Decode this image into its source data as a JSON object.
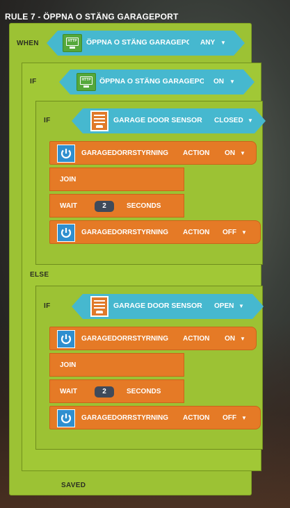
{
  "rule_title": "RULE 7 - ÖPPNA O STÄNG GARAGEPORT",
  "when": {
    "label": "WHEN",
    "trigger": {
      "icon": "http-icon",
      "name": "ÖPPNA O STÄNG GARAGEPORT",
      "value": "ANY"
    }
  },
  "outer_if": {
    "label": "IF",
    "condition": {
      "icon": "http-icon",
      "name": "ÖPPNA O STÄNG GARAGEPORT",
      "value": "ON"
    },
    "inner_if": {
      "label": "IF",
      "condition": {
        "icon": "garage-door-icon",
        "name": "GARAGE DOOR SENSOR",
        "value": "CLOSED"
      },
      "actions": [
        {
          "type": "device",
          "name": "GARAGEDÖRRSTYRNING",
          "action_label": "ACTION",
          "value": "ON"
        },
        {
          "type": "join",
          "label": "JOIN"
        },
        {
          "type": "wait",
          "label": "WAIT",
          "amount": "2",
          "unit": "SECONDS"
        },
        {
          "type": "device",
          "name": "GARAGEDÖRRSTYRNING",
          "action_label": "ACTION",
          "value": "OFF"
        }
      ]
    },
    "else_label": "ELSE",
    "else_if": {
      "label": "IF",
      "condition": {
        "icon": "garage-door-icon",
        "name": "GARAGE DOOR SENSOR",
        "value": "OPEN"
      },
      "actions": [
        {
          "type": "device",
          "name": "GARAGEDÖRRSTYRNING",
          "action_label": "ACTION",
          "value": "ON"
        },
        {
          "type": "join",
          "label": "JOIN"
        },
        {
          "type": "wait",
          "label": "WAIT",
          "amount": "2",
          "unit": "SECONDS"
        },
        {
          "type": "device",
          "name": "GARAGEDÖRRSTYRNING",
          "action_label": "ACTION",
          "value": "OFF"
        }
      ]
    }
  },
  "status": "SAVED",
  "colors": {
    "rule_block": "#9cc234",
    "trigger_block": "#46b8cf",
    "action_block": "#e57a26",
    "power_icon": "#2f8fcf"
  }
}
